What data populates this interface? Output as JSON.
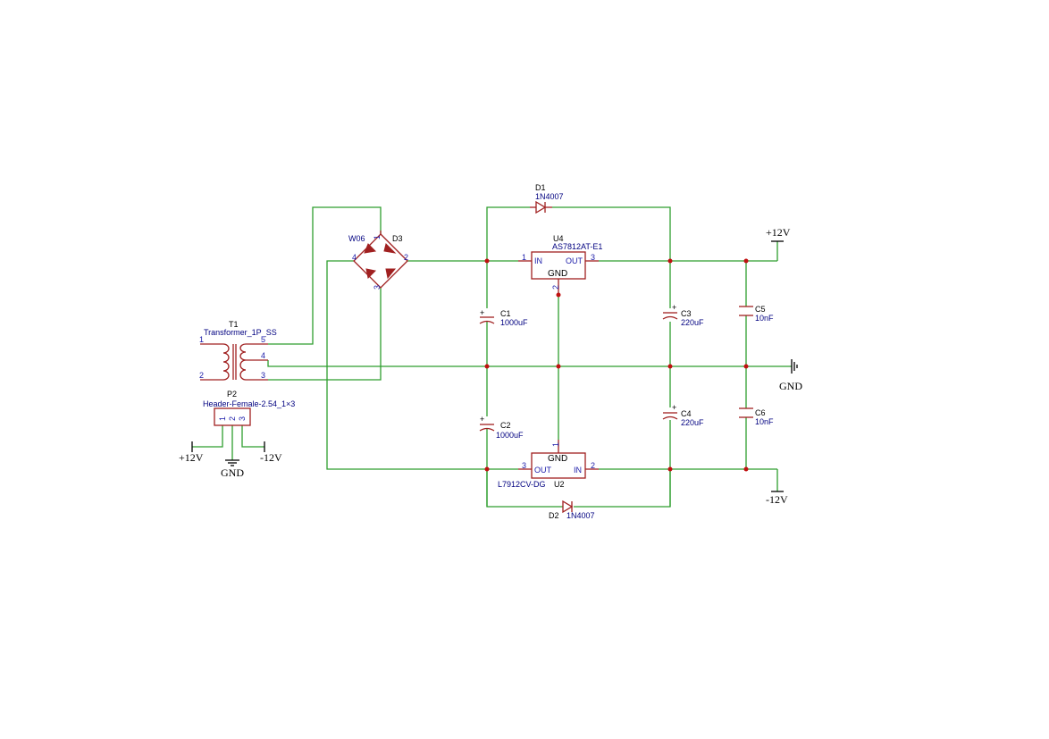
{
  "components": {
    "t1": {
      "ref": "T1",
      "value": "Transformer_1P_SS",
      "pins": [
        "1",
        "2",
        "5",
        "4",
        "3"
      ]
    },
    "p2": {
      "ref": "P2",
      "value": "Header-Female-2.54_1×3",
      "pins": [
        "1",
        "2",
        "3"
      ]
    },
    "d3": {
      "ref": "D3",
      "value": "W06",
      "pins": [
        "1",
        "2",
        "3",
        "4"
      ]
    },
    "d1": {
      "ref": "D1",
      "value": "1N4007"
    },
    "d2": {
      "ref": "D2",
      "value": "1N4007"
    },
    "u4": {
      "ref": "U4",
      "value": "AS7812AT-E1",
      "pin_in": "IN",
      "pin_out": "OUT",
      "pin_gnd": "GND",
      "pins": [
        "1",
        "3",
        "2"
      ]
    },
    "u2": {
      "ref": "U2",
      "value": "L7912CV-DG",
      "pin_in": "IN",
      "pin_out": "OUT",
      "pin_gnd": "GND",
      "pins": [
        "3",
        "2",
        "1"
      ]
    },
    "c1": {
      "ref": "C1",
      "value": "1000uF"
    },
    "c2": {
      "ref": "C2",
      "value": "1000uF"
    },
    "c3": {
      "ref": "C3",
      "value": "220uF"
    },
    "c4": {
      "ref": "C4",
      "value": "220uF"
    },
    "c5": {
      "ref": "C5",
      "value": "10nF"
    },
    "c6": {
      "ref": "C6",
      "value": "10nF"
    }
  },
  "power": {
    "pos_right": "+12V",
    "neg_right": "-12V",
    "gnd_right": "GND",
    "pos_left": "+12V",
    "neg_left": "-12V",
    "gnd_left": "GND"
  },
  "polarity_mark": "+",
  "colors": {
    "wire": "#2e9e2e",
    "component": "#a02020",
    "junction": "#c01010",
    "text": "#000080"
  }
}
